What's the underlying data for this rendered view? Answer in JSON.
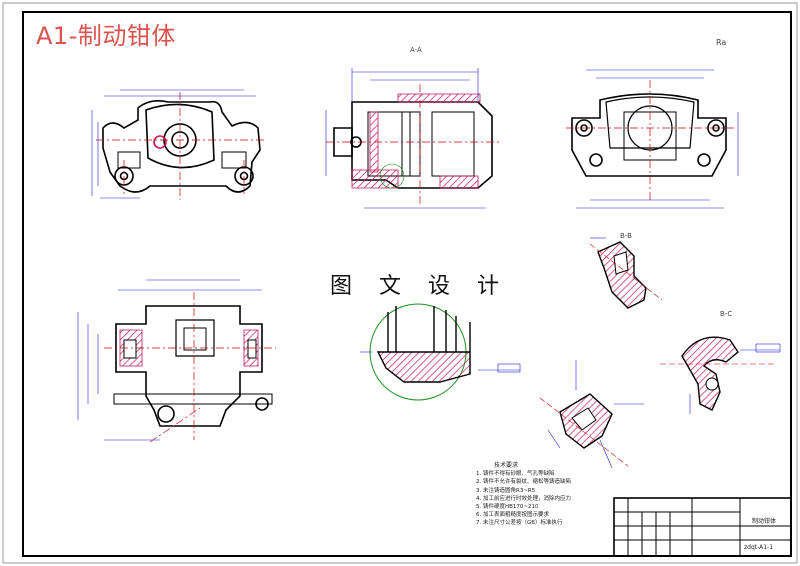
{
  "title": "A1-制动钳体",
  "watermark": "图 文 设 计",
  "surface_finish_mark": "Ra",
  "section_labels": {
    "aa": "A-A",
    "bb": "B-B",
    "cc": "B-C"
  },
  "technical_requirements": {
    "heading": "技术要求",
    "items": [
      "1. 铸件不得有砂眼、气孔等缺陷",
      "2. 铸件不允许有裂纹、缩松等铸造缺陷",
      "3. 未注铸造圆角R3~R5",
      "4. 加工前应进行时效处理，消除内应力",
      "5. 铸件硬度HB170~210",
      "6. 加工表面粗糙度按图示要求",
      "7. 未注尺寸公差按（GB）标准执行"
    ]
  },
  "title_block": {
    "part_name": "制动钳体",
    "drawing_number": "zdqt-A1-1"
  },
  "colors": {
    "outline": "#000000",
    "dimension": "#1f1fd6",
    "centerline": "#cc0000",
    "hatch": "#c2185b",
    "detail_circle": "#1e8f1e",
    "title": "#d9534f"
  }
}
